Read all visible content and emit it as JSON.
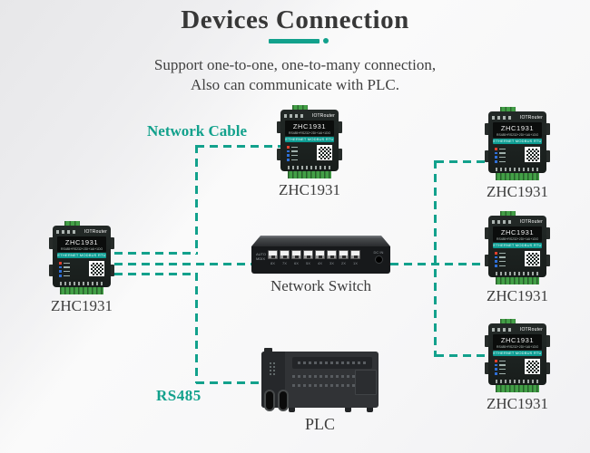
{
  "page": {
    "title": "Devices Connection",
    "subtitle_line1": "Support one-to-one, one-to-many connection,",
    "subtitle_line2": "Also can communicate with PLC.",
    "accent_color": "#12a18c"
  },
  "labels": {
    "network_cable": "Network Cable",
    "rs485": "RS485"
  },
  "module": {
    "brand": "IOTRouter",
    "model": "ZHC1931",
    "spec": "RS485+RS232+2DI+1AI+1DO",
    "band": "ETHERNET MODBUS RTU"
  },
  "devices": [
    {
      "id": "top",
      "caption": "ZHC1931"
    },
    {
      "id": "left",
      "caption": "ZHC1931"
    },
    {
      "id": "right-1",
      "caption": "ZHC1931"
    },
    {
      "id": "right-2",
      "caption": "ZHC1931"
    },
    {
      "id": "right-3",
      "caption": "ZHC1931"
    }
  ],
  "network_switch": {
    "caption": "Network Switch",
    "left_text": "AUTO MDIX",
    "dc_label": "DC IN",
    "port_labels": [
      "8X",
      "7X",
      "6X",
      "5X",
      "4X",
      "3X",
      "2X",
      "1X"
    ]
  },
  "plc": {
    "caption": "PLC"
  }
}
